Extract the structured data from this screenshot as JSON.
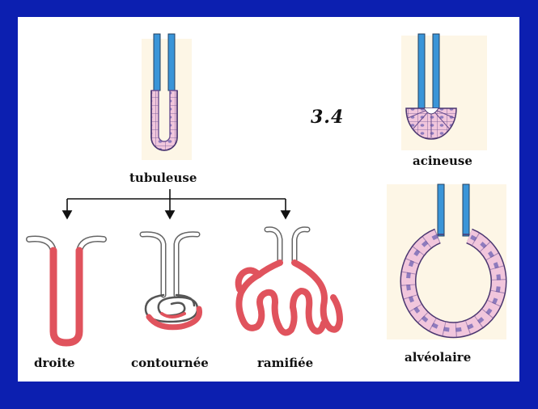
{
  "labels": {
    "tubuleuse": "tubuleuse",
    "acineuse": "acineuse",
    "droite": "droite",
    "contournee": "contournée",
    "ramifiee": "ramifiée",
    "alveolaire": "alvéolaire"
  },
  "annotation": "3.4",
  "colors": {
    "frame": "#0c1fb0",
    "duct": "#3a95d8",
    "cell_fill": "#f1c6dc",
    "cell_outline": "#6a4f91",
    "nucleus": "#8e7bbd",
    "secretory": "#e0535d",
    "beige_bg": "#fdf6e6"
  }
}
